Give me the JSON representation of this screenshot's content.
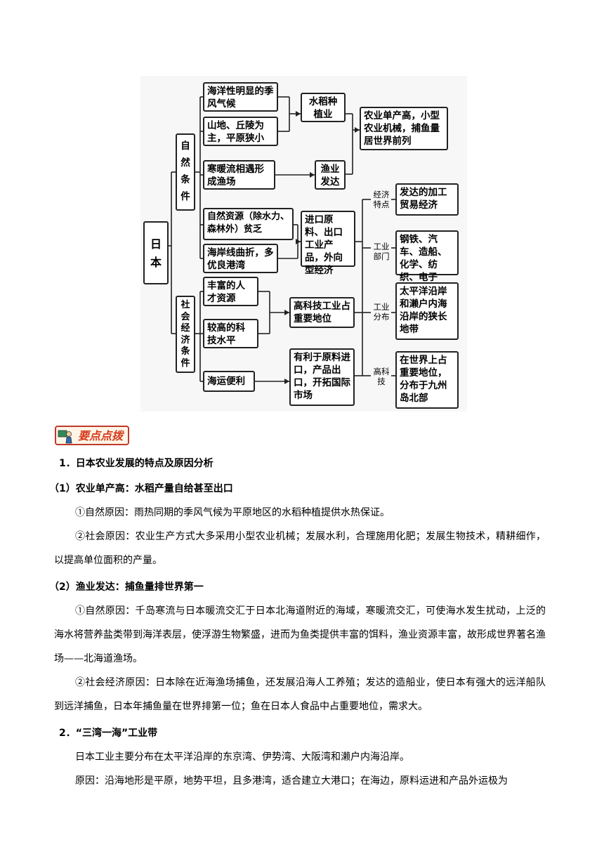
{
  "diagram": {
    "root": "日本",
    "natural": "自然条件",
    "social": "社会经济条件",
    "factors": {
      "monsoon": "海洋性明显的季风气候",
      "terrain": "山地、丘陵为主，平原狭小",
      "currents": "寒暖流相遇形成渔场",
      "resources": "自然资源（除水力、森林外）贫乏",
      "coast": "海岸线曲折，多优良港湾",
      "talent": "丰富的人才资源",
      "tech": "较高的科技水平",
      "shipping": "海运便利"
    },
    "mid": {
      "rice": "水稻种植业",
      "fishery": "渔业发达",
      "export_econ": "进口原料、出口工业产品，外向型经济",
      "hightech": "高科技工业占重要地位",
      "market": "有利于原料进口，产品出口，开拓国际市场"
    },
    "agri_result": "农业单产高，小型农业机械，捕鱼量居世界前列",
    "labels": {
      "econ_feature": "经济特点",
      "ind_sector": "工业部门",
      "ind_dist": "工业分布",
      "hightech": "高科技"
    },
    "results": {
      "processing": "发达的加工贸易经济",
      "sectors": "钢铁、汽车、造船、化学、纺织、电子",
      "distribution": "太平洋沿岸和濑户内海沿岸的狭长地带",
      "hightech_pos": "在世界上占重要地位，分布于九州岛北部"
    }
  },
  "badge": {
    "text": "要点点拨",
    "icon": "teacher-icon"
  },
  "text": {
    "h1": "1．日本农业发展的特点及原因分析",
    "h1a": "（1）农业单产高：水稻产量自给甚至出口",
    "p1": "①自然原因：雨热同期的季风气候为平原地区的水稻种植提供水热保证。",
    "p2": "②社会原因：农业生产方式大多采用小型农业机械；发展水利，合理施用化肥；发展生物技术，精耕细作，以提高单位面积的产量。",
    "h1b": "（2）渔业发达：捕鱼量排世界第一",
    "p3": "①自然原因：千岛寒流与日本暖流交汇于日本北海道附近的海域，寒暖流交汇，可使海水发生扰动，上泛的海水将营养盐类带到海洋表层，使浮游生物繁盛，进而为鱼类提供丰富的饵料，渔业资源丰富，故形成世界著名渔场——北海道渔场。",
    "p4": "②社会经济原因：日本除在近海渔场捕鱼，还发展沿海人工养殖；发达的造船业，使日本有强大的远洋船队到远洋捕鱼，日本年捕鱼量在世界排第一位；鱼在日本人食品中占重要地位，需求大。",
    "h2": "2．“三湾一海”工业带",
    "p5": "日本工业主要分布在太平洋沿岸的东京湾、伊势湾、大阪湾和濑户内海沿岸。",
    "p6": "原因：沿海地形是平原，地势平坦，且多港湾，适合建立大港口；在海边，原料运进和产品外运极为"
  }
}
